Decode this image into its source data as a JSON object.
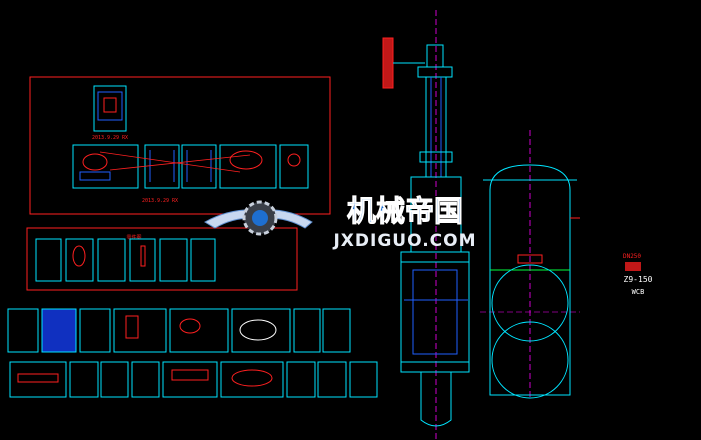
{
  "watermark": {
    "title": "机械帝国",
    "url": "JXDIGUO.COM"
  },
  "side_note": {
    "line1": "DN250",
    "line2": "Z9-150",
    "line3": "WCB"
  },
  "sheet_labels": {
    "group_a_top": "2013.9.29 RX",
    "group_a_bottom": "2013.9.29 RX",
    "group_b_title": "零件图"
  },
  "colors": {
    "background": "#000000",
    "frame_red": "#ff2020",
    "line_cyan": "#00e5ff",
    "line_blue": "#2060ff",
    "line_magenta": "#ff00ff",
    "line_green": "#00ff40",
    "watermark_blue": "#1e6fd0"
  }
}
